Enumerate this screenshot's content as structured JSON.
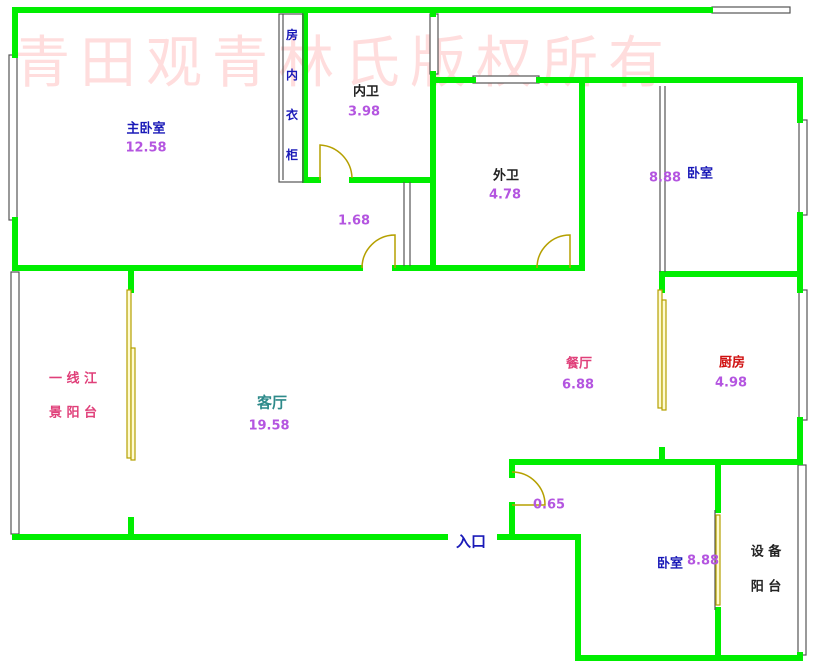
{
  "watermark": "青田观青林氏版权所有",
  "rooms": {
    "master_bedroom": {
      "name": "主卧室",
      "area": "12.58"
    },
    "walk_in_closet": {
      "chars": [
        "房",
        "内",
        "衣",
        "柜"
      ]
    },
    "ensuite_bath": {
      "name": "内卫",
      "area": "3.98"
    },
    "hallway": {
      "area": "1.68"
    },
    "guest_bath": {
      "name": "外卫",
      "area": "4.78"
    },
    "bedroom_2": {
      "name": "卧室",
      "area": "8.88"
    },
    "river_balcony": {
      "line1": "一 线 江",
      "line2": "景 阳 台"
    },
    "living_room": {
      "name": "客厅",
      "area": "19.58"
    },
    "dining_room": {
      "name": "餐厅",
      "area": "6.88"
    },
    "kitchen": {
      "name": "厨房",
      "area": "4.98"
    },
    "entry_closet": {
      "area": "0.65"
    },
    "bedroom_3": {
      "name": "卧室",
      "area": "8.88"
    },
    "utility_balcony": {
      "line1": "设 备",
      "line2": "阳 台"
    }
  },
  "entrance": {
    "label": "入口"
  },
  "colors": {
    "wall": "#00ee00",
    "room_name": "#1a1ab8",
    "kitchen": "#d01010",
    "balcony": "#e0407a",
    "living": "#2e8a8a",
    "area": "#b455e0"
  }
}
